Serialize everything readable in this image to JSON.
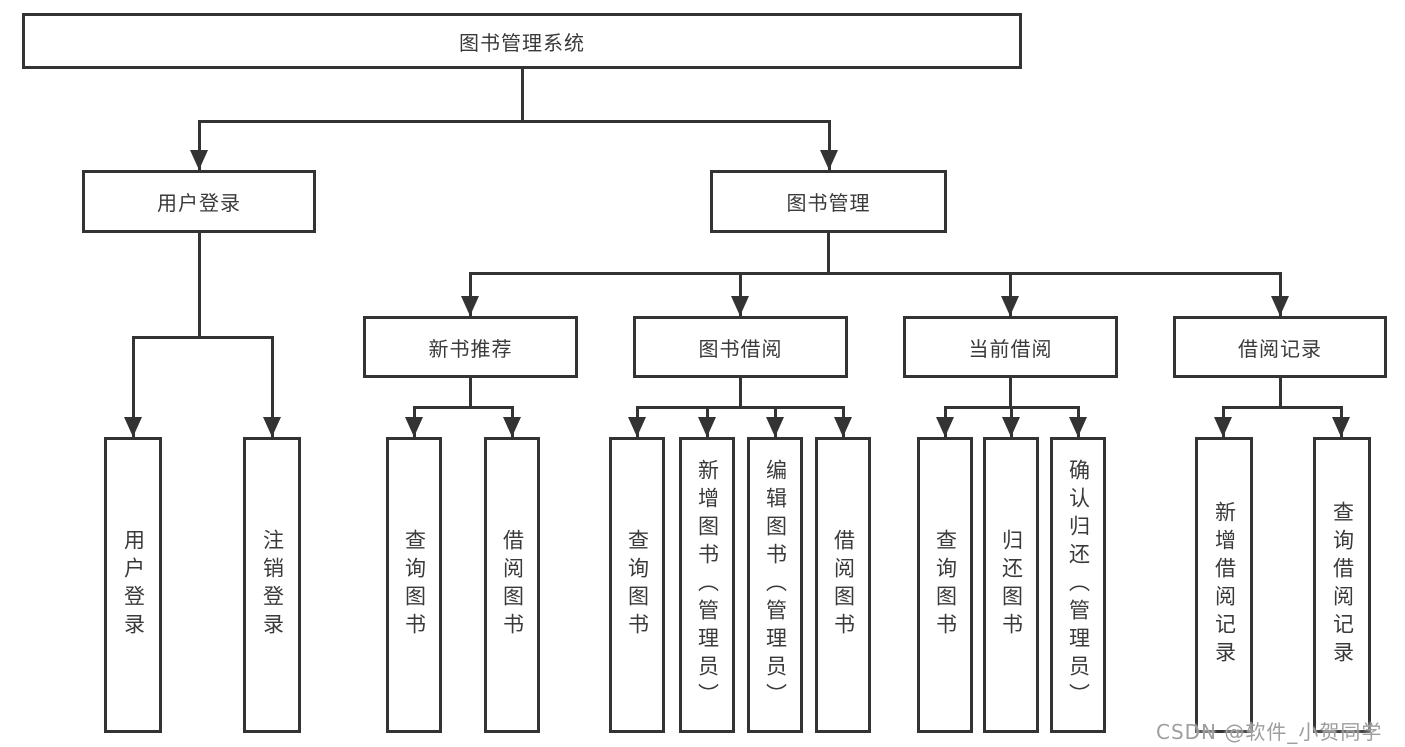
{
  "diagram": {
    "root": {
      "label": "图书管理系统",
      "children": [
        {
          "label": "用户登录",
          "children": [
            {
              "label": "用户登录"
            },
            {
              "label": "注销登录"
            }
          ]
        },
        {
          "label": "图书管理",
          "children": [
            {
              "label": "新书推荐",
              "children": [
                {
                  "label": "查询图书"
                },
                {
                  "label": "借阅图书"
                }
              ]
            },
            {
              "label": "图书借阅",
              "children": [
                {
                  "label": "查询图书"
                },
                {
                  "label": "新增图书（管理员）"
                },
                {
                  "label": "编辑图书（管理员）"
                },
                {
                  "label": "借阅图书"
                }
              ]
            },
            {
              "label": "当前借阅",
              "children": [
                {
                  "label": "查询图书"
                },
                {
                  "label": "归还图书"
                },
                {
                  "label": "确认归还（管理员）"
                }
              ]
            },
            {
              "label": "借阅记录",
              "children": [
                {
                  "label": "新增借阅记录"
                },
                {
                  "label": "查询借阅记录"
                }
              ]
            }
          ]
        }
      ]
    },
    "colors": {
      "line": "#333333",
      "border": "#333333",
      "background": "#ffffff",
      "text": "#3a3a3a",
      "watermark": "#9e9e9e"
    }
  },
  "watermark": {
    "text": "CSDN @软件_小贺同学"
  }
}
